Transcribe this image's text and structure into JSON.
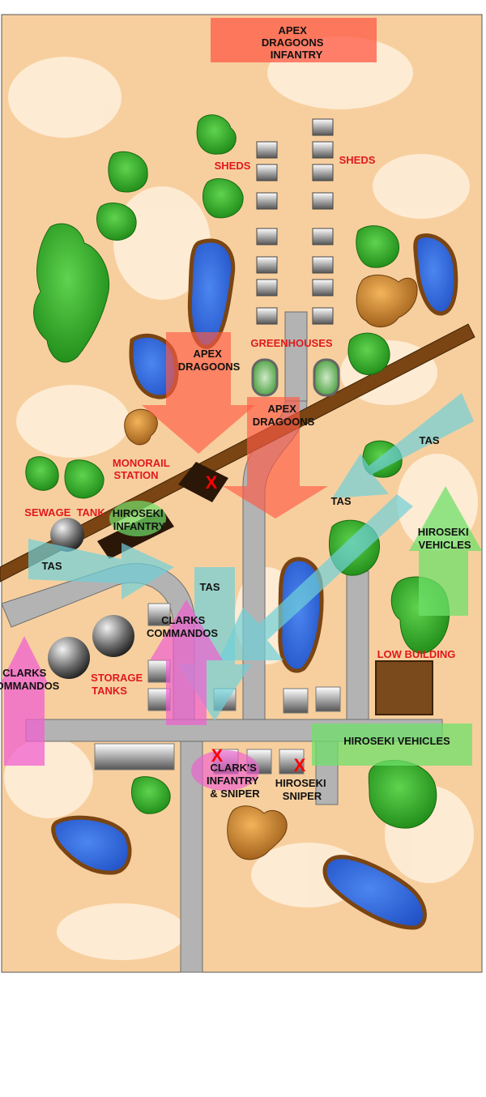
{
  "map": {
    "colors": {
      "terrain": "#f7cf9e",
      "road": "#b3b3b3",
      "monorail": "#7a4512",
      "water": "#2a63d8",
      "tree": "#26a51f",
      "apex": "#ff5a45",
      "tas": "#6fd0d8",
      "clarks": "#f060d0",
      "hiroseki": "#6fe06a",
      "building": "#7a4a1c",
      "marker": "#ff0000"
    },
    "labels": {
      "apex_infantry": [
        "APEX",
        "DRAGOONS",
        "INFANTRY"
      ],
      "sheds_left": "SHEDS",
      "sheds_right": "SHEDS",
      "apex_dragoons_1": [
        "APEX",
        "DRAGOONS"
      ],
      "greenhouses": "GREENHOUSES",
      "apex_dragoons_2": [
        "APEX",
        "DRAGOONS"
      ],
      "monorail_station": [
        "MONORAIL",
        "STATION"
      ],
      "sewage_tank": "SEWAGE  TANK",
      "hiroseki_infantry": [
        "HIROSEKI",
        "INFANTRY"
      ],
      "tas_1": "TAS",
      "tas_2": "TAS",
      "tas_3": "TAS",
      "tas_4": "TAS",
      "hiroseki_vehicles_1": [
        "HIROSEKI",
        "VEHICLES"
      ],
      "clarks_commandos_1": [
        "CLARKS",
        "COMMANDOS"
      ],
      "low_building": "LOW BUILDING",
      "clarks_commandos_2": [
        "CLARKS",
        "OMMANDOS"
      ],
      "storage_tanks": [
        "STORAGE",
        "TANKS"
      ],
      "hiroseki_vehicles_2": "HIROSEKI VEHICLES",
      "clarks_infantry": [
        "CLARK'S",
        "INFANTRY",
        "& SNIPER"
      ],
      "hiroseki_sniper": [
        "HIROSEKI",
        "SNIPER"
      ]
    },
    "markers": [
      "X",
      "X",
      "X"
    ]
  }
}
